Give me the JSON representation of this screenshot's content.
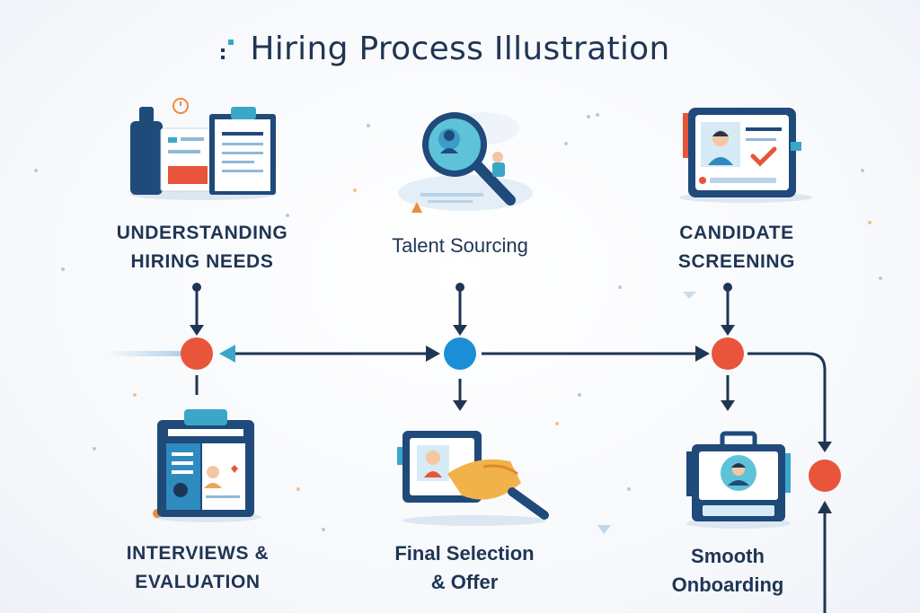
{
  "title": "Hiring Process Illustration",
  "steps": {
    "understanding": {
      "line1": "UNDERSTANDING",
      "line2": "HIRING NEEDS"
    },
    "sourcing": {
      "line1": "Talent Sourcing"
    },
    "screening": {
      "line1": "CANDIDATE",
      "line2": "SCREENING"
    },
    "interviews": {
      "line1": "INTERVIEWS &",
      "line2": "EVALUATION"
    },
    "selection": {
      "line1": "Final Selection",
      "line2": "& Offer"
    },
    "onboarding": {
      "line1": "Smooth",
      "line2": "Onboarding"
    }
  },
  "colors": {
    "navy": "#1f3554",
    "node_orange": "#e8553a",
    "node_blue": "#1b8fd6",
    "accent_teal": "#3aa7c9",
    "accent_orange": "#f08a3c"
  }
}
